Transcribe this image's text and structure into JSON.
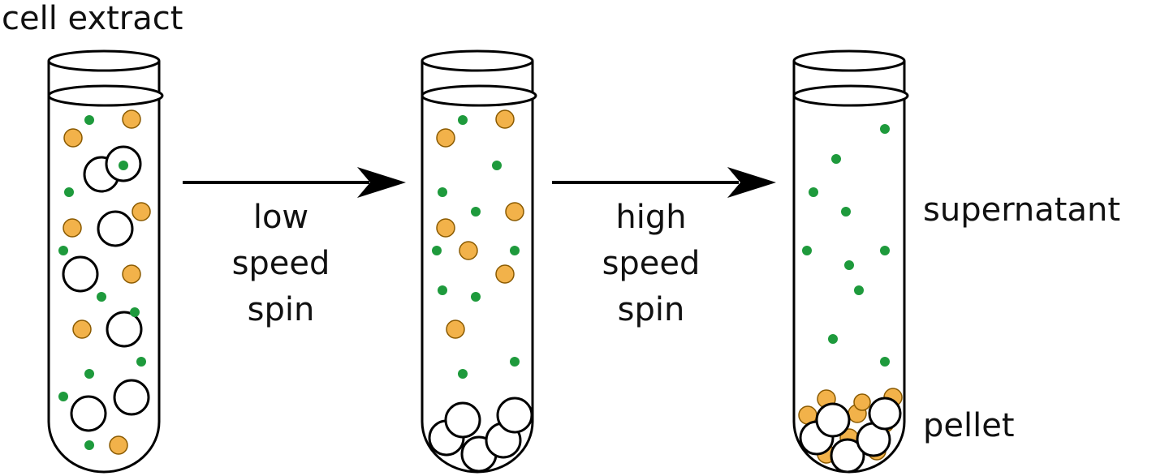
{
  "labels": {
    "cell_extract": "cell extract",
    "step1": [
      "low",
      "speed",
      "spin"
    ],
    "step2": [
      "high",
      "speed",
      "spin"
    ],
    "supernatant": "supernatant",
    "pellet": "pellet"
  },
  "colors": {
    "green_particle": "#1e9a3c",
    "orange_particle": "#f2b24a",
    "large_particle_fill": "#ffffff",
    "outline": "#000000"
  }
}
